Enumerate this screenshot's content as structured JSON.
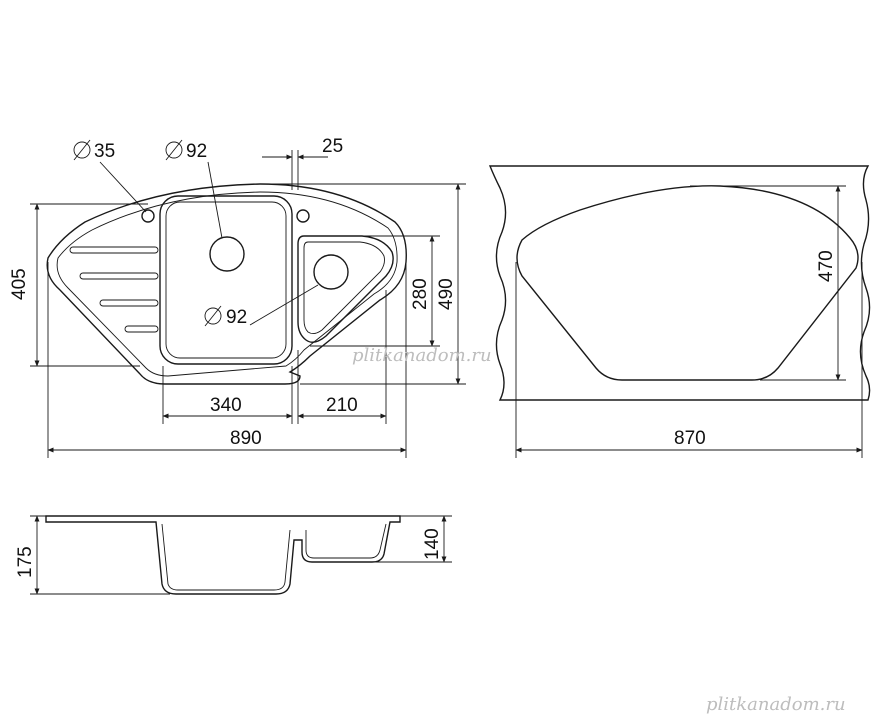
{
  "top_view": {
    "dia_small": "35",
    "dia_large": "92",
    "dia_large_2": "92",
    "width_25": "25",
    "depth_405": "405",
    "depth_280": "280",
    "depth_490": "490",
    "bowl_340": "340",
    "bowl_210": "210",
    "overall_890": "890"
  },
  "cabinet_view": {
    "depth_470": "470",
    "width_870": "870"
  },
  "side_view": {
    "height_175": "175",
    "height_140": "140"
  },
  "watermarks": {
    "center": "plitkanadom.ru",
    "corner": "plitkanadom.ru"
  },
  "icons": [
    "diameter-symbol-icon"
  ]
}
